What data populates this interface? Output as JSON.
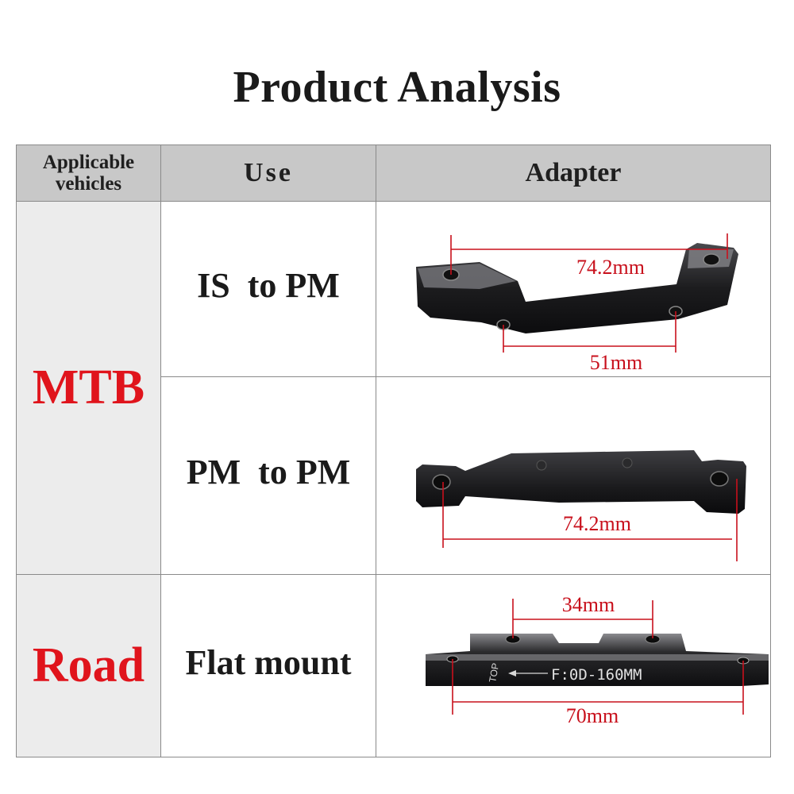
{
  "title": "Product Analysis",
  "table": {
    "headers": {
      "vehicles_line1": "Applicable",
      "vehicles_line2": "vehicles",
      "use": "Use",
      "adapter": "Adapter"
    },
    "vehicles": [
      "MTB",
      "Road"
    ],
    "rows": [
      {
        "use": "IS  to PM",
        "measurements": [
          "74.2mm",
          "51mm"
        ]
      },
      {
        "use": "PM  to PM",
        "measurements": [
          "74.2mm"
        ]
      },
      {
        "use": "Flat mount",
        "measurements": [
          "34mm",
          "70mm"
        ],
        "engraving": "F:0D-160MM",
        "engraving_top": "TOP"
      }
    ]
  },
  "colors": {
    "accent_red": "#e0141c",
    "header_bg": "#c8c8c8",
    "vehicle_bg": "#ececec",
    "measure_line": "#c8101c",
    "adapter_metal": "#1c1c1e"
  }
}
